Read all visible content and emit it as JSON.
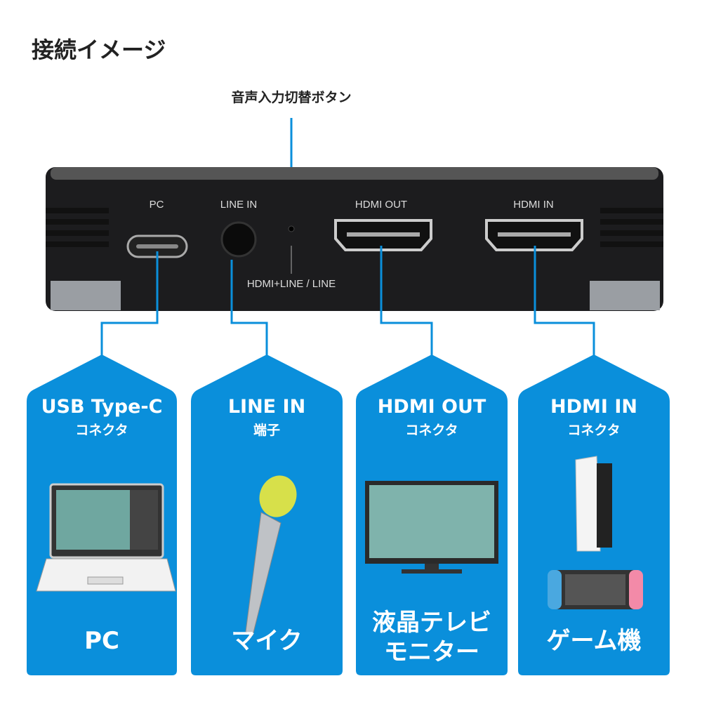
{
  "title": "接続イメージ",
  "switch_label": "音声入力切替ボタン",
  "device": {
    "ports": [
      "PC",
      "LINE IN",
      "HDMI OUT",
      "HDMI IN"
    ],
    "switch_modes": "HDMI+LINE / LINE"
  },
  "accent": "#0a8fdb",
  "panels": [
    {
      "title": "USB Type-C",
      "sub": "コネクタ",
      "name": "PC",
      "icon": "laptop-icon"
    },
    {
      "title": "LINE IN",
      "sub": "端子",
      "name": "マイク",
      "icon": "microphone-icon"
    },
    {
      "title": "HDMI OUT",
      "sub": "コネクタ",
      "name": "液晶テレビ\nモニター",
      "name1": "液晶テレビ",
      "name2": "モニター",
      "icon": "monitor-icon"
    },
    {
      "title": "HDMI IN",
      "sub": "コネクタ",
      "name": "ゲーム機",
      "icon": "game-console-icon"
    }
  ]
}
